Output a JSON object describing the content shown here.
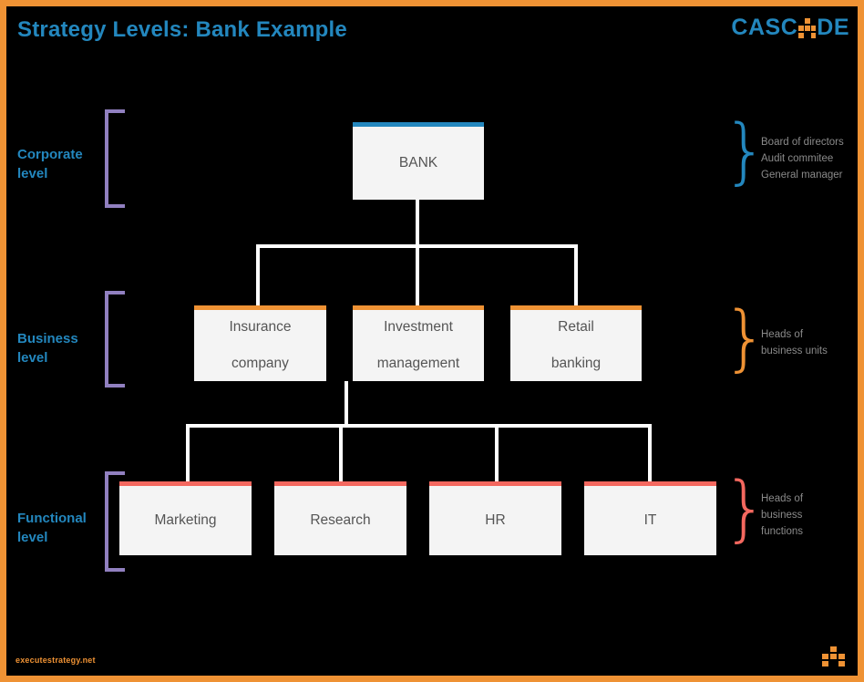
{
  "header": {
    "title": "Strategy Levels: Bank Example",
    "brand": {
      "text_before": "CASC",
      "text_after": "DE",
      "logo_icon": "cascade-dot-a-icon"
    }
  },
  "footer": {
    "link_text": "executestrategy.net",
    "corner_icon": "cascade-dot-cluster-icon"
  },
  "levels": [
    {
      "id": "corporate",
      "label_line1": "Corporate",
      "label_line2": "level",
      "accent": "#2387BE",
      "annotation": [
        "Board of directors",
        "Audit commitee",
        "General manager"
      ]
    },
    {
      "id": "business",
      "label_line1": "Business",
      "label_line2": "level",
      "accent": "#EF9234",
      "annotation": [
        "Heads of",
        "business units"
      ]
    },
    {
      "id": "functional",
      "label_line1": "Functional",
      "label_line2": "level",
      "accent": "#F4685F",
      "annotation": [
        "Heads of",
        "business",
        "functions"
      ]
    }
  ],
  "chart_data": {
    "type": "diagram",
    "diagram_type": "org-chart",
    "title": "Strategy Levels: Bank Example",
    "nodes": [
      {
        "id": "bank",
        "label": "BANK",
        "level": "corporate",
        "accent": "#2387BE"
      },
      {
        "id": "insurance",
        "label": "Insurance\ncompany",
        "level": "business",
        "accent": "#EF9234"
      },
      {
        "id": "investment",
        "label": "Investment\nmanagement",
        "level": "business",
        "accent": "#EF9234"
      },
      {
        "id": "retail",
        "label": "Retail\nbanking",
        "level": "business",
        "accent": "#EF9234"
      },
      {
        "id": "marketing",
        "label": "Marketing",
        "level": "functional",
        "accent": "#F4685F"
      },
      {
        "id": "research",
        "label": "Research",
        "level": "functional",
        "accent": "#F4685F"
      },
      {
        "id": "hr",
        "label": "HR",
        "level": "functional",
        "accent": "#F4685F"
      },
      {
        "id": "it",
        "label": "IT",
        "level": "functional",
        "accent": "#F4685F"
      }
    ],
    "edges": [
      {
        "from": "bank",
        "to": "insurance"
      },
      {
        "from": "bank",
        "to": "investment"
      },
      {
        "from": "bank",
        "to": "retail"
      },
      {
        "from": "investment",
        "to": "marketing"
      },
      {
        "from": "investment",
        "to": "research"
      },
      {
        "from": "investment",
        "to": "hr"
      },
      {
        "from": "investment",
        "to": "it"
      }
    ],
    "connector_color": "#FFFFFF",
    "node_fill": "#F4F4F4",
    "background": "#000000",
    "legend_position": "right"
  },
  "nodes": {
    "bank": "BANK",
    "insurance_l1": "Insurance",
    "insurance_l2": "company",
    "investment_l1": "Investment",
    "investment_l2": "management",
    "retail_l1": "Retail",
    "retail_l2": "banking",
    "marketing": "Marketing",
    "research": "Research",
    "hr": "HR",
    "it": "IT"
  },
  "brace_glyph": "}"
}
